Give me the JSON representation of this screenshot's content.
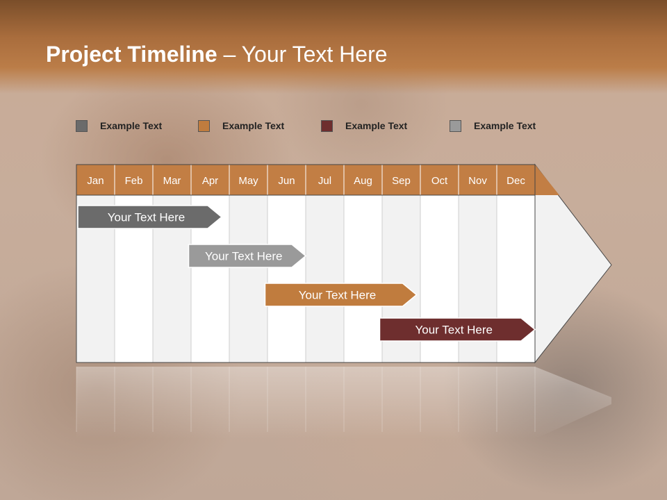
{
  "title": {
    "bold": "Project Timeline",
    "rest": " – Your Text Here"
  },
  "legend": [
    {
      "label": "Example Text",
      "color": "#6b6b6b"
    },
    {
      "label": "Example Text",
      "color": "#c07c3e"
    },
    {
      "label": "Example Text",
      "color": "#6e2e2e"
    },
    {
      "label": "Example Text",
      "color": "#9a9a9a"
    }
  ],
  "chart_data": {
    "type": "gantt",
    "months": [
      "Jan",
      "Feb",
      "Mar",
      "Apr",
      "May",
      "Jun",
      "Jul",
      "Aug",
      "Sep",
      "Oct",
      "Nov",
      "Dec"
    ],
    "tasks": [
      {
        "label": "Your  Text Here",
        "start": 0,
        "end": 3.8,
        "color": "#6b6b6b"
      },
      {
        "label": "Your  Text Here",
        "start": 2.9,
        "end": 6.0,
        "color": "#9a9a9a"
      },
      {
        "label": "Your  Text Here",
        "start": 4.9,
        "end": 8.9,
        "color": "#c07c3e"
      },
      {
        "label": "Your  Text Here",
        "start": 7.9,
        "end": 12.0,
        "color": "#6e2e2e"
      }
    ],
    "colors": {
      "header": "#c27e44",
      "column_light": "#f2f2f2",
      "column_white": "#ffffff"
    }
  }
}
